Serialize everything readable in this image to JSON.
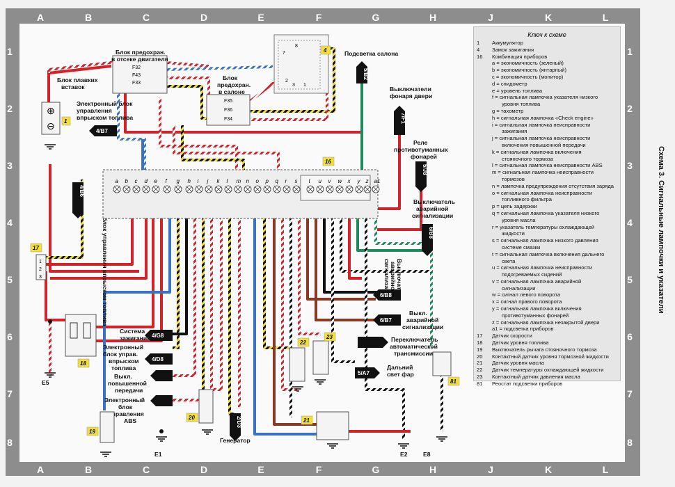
{
  "grid": {
    "columns": [
      "A",
      "B",
      "C",
      "D",
      "E",
      "F",
      "G",
      "H",
      "J",
      "K",
      "L"
    ],
    "rows": [
      "1",
      "2",
      "3",
      "4",
      "5",
      "6",
      "7",
      "8"
    ]
  },
  "side_title": "Схема 3. Сигнальные лампочки и указатели",
  "key": {
    "title": "Ключ к схеме",
    "items": [
      {
        "id": "1",
        "text": "Аккумулятор"
      },
      {
        "id": "4",
        "text": "Замок зажигания"
      },
      {
        "id": "16",
        "text": "Комбинация приборов"
      },
      {
        "id": "",
        "text": "a = экономичность (зеленый)"
      },
      {
        "id": "",
        "text": "b = экономичность (янтарный)"
      },
      {
        "id": "",
        "text": "c = экономичность (монитор)"
      },
      {
        "id": "",
        "text": "d = спидометр"
      },
      {
        "id": "",
        "text": "e = уровень топлива"
      },
      {
        "id": "",
        "text": "f = сигнальная лампочка указателя низкого"
      },
      {
        "id": "",
        "text": "уровня топлива"
      },
      {
        "id": "",
        "text": "g = тахометр"
      },
      {
        "id": "",
        "text": "h = сигнальная лампочка «Check engine»"
      },
      {
        "id": "",
        "text": "i = сигнальная лампочка неисправности"
      },
      {
        "id": "",
        "text": "зажигания"
      },
      {
        "id": "",
        "text": "j = сигнальная лампочка неисправности"
      },
      {
        "id": "",
        "text": "включения повышенной передачи"
      },
      {
        "id": "",
        "text": "k = сигнальная лампочка включения"
      },
      {
        "id": "",
        "text": "стояночного тормоза"
      },
      {
        "id": "",
        "text": "l = сигнальная лампочка неисправности ABS"
      },
      {
        "id": "",
        "text": "m = сигнальная лампочка неисправности"
      },
      {
        "id": "",
        "text": "тормозов"
      },
      {
        "id": "",
        "text": "n = лампочка предупреждения отсутствия заряда"
      },
      {
        "id": "",
        "text": "o = сигнальная лампочка неисправности"
      },
      {
        "id": "",
        "text": "топливного фильтра"
      },
      {
        "id": "",
        "text": "p = цепь задержки"
      },
      {
        "id": "",
        "text": "q = сигнальная лампочка указателя низкого"
      },
      {
        "id": "",
        "text": "уровня масла"
      },
      {
        "id": "",
        "text": "r = указатель температуры охлаждающей"
      },
      {
        "id": "",
        "text": "жидкости"
      },
      {
        "id": "",
        "text": "s = сигнальная лампочка низкого давления"
      },
      {
        "id": "",
        "text": "системе смазки"
      },
      {
        "id": "",
        "text": "t = сигнальная лампочка включения дальнего"
      },
      {
        "id": "",
        "text": "света"
      },
      {
        "id": "",
        "text": "u = сигнальная лампочка неисправности"
      },
      {
        "id": "",
        "text": "подогреваемых сидений"
      },
      {
        "id": "",
        "text": "v = сигнальная лампочка аварийной"
      },
      {
        "id": "",
        "text": "сигнализации"
      },
      {
        "id": "",
        "text": "w = сигнал левого поворота"
      },
      {
        "id": "",
        "text": "x = сигнал правого поворота"
      },
      {
        "id": "",
        "text": "y = сигнальная лампочка включения"
      },
      {
        "id": "",
        "text": "противотуманных фонарей"
      },
      {
        "id": "",
        "text": "z = сигнальная лампочка незакрытой двери"
      },
      {
        "id": "",
        "text": "a1 = подсветка приборов"
      },
      {
        "id": "17",
        "text": "Датчик скорости"
      },
      {
        "id": "18",
        "text": "Датчик уровня топлива"
      },
      {
        "id": "19",
        "text": "Выключатель рычага стояночного тормоза"
      },
      {
        "id": "20",
        "text": "Контактный датчик уровня тормозной жидкости"
      },
      {
        "id": "21",
        "text": "Датчик уровня масла"
      },
      {
        "id": "22",
        "text": "Датчик температуры охлаждающей жидкости"
      },
      {
        "id": "23",
        "text": "Контактный датчик давления масла"
      },
      {
        "id": "81",
        "text": "Реостат подсветки приборов"
      }
    ]
  },
  "labels": {
    "fuse_engine": [
      "Блок предохран.",
      "в отсеке двигателя"
    ],
    "fuse_cabin": [
      "Блок",
      "предохран.",
      "в салоне"
    ],
    "fusible_links": [
      "Блок плавких",
      "вставок"
    ],
    "injection_ecu": [
      "Электронный блок",
      "управления",
      "впрыском топлива"
    ],
    "injection_ecu_vertical": "Электронный блок управления впрыском топлива",
    "courtesy_light": "Подсветка салона",
    "door_switches": [
      "Выключатели",
      "фонаря двери"
    ],
    "fog_relay": [
      "Реле",
      "противотуманных",
      "фонарей"
    ],
    "hazard_switch": [
      "Выключатель",
      "аварийной",
      "сигнализации"
    ],
    "hazard_switch_vertical": [
      "Выключатель",
      "аварийной",
      "сигнализации"
    ],
    "hazard_switch_2": [
      "Выкл.",
      "аварийной",
      "сигнализации"
    ],
    "auto_trans": [
      "Переключатель",
      "автоматической",
      "трансмиссии"
    ],
    "high_beam": [
      "Дальний",
      "свет фар"
    ],
    "ignition_system": [
      "Система",
      "зажигания"
    ],
    "injection_ecu_2": [
      "Электронный",
      "блок управ.",
      "впрыском",
      "топлива"
    ],
    "overdrive": [
      "Выкл.",
      "повышенной",
      "передачи"
    ],
    "abs_ecu": [
      "Электронный",
      "блок",
      "управления",
      "ABS"
    ],
    "generator": "Генератор"
  },
  "refs": {
    "r4B7": "4/B7",
    "r4B6": "4/B6",
    "r5B2": "5/B2",
    "r7F1": "7/F1",
    "r5J8": "5/J8",
    "r6B8_right": "6/B8",
    "r6B8": "6/B8",
    "r6B7": "6/B7",
    "r4G8": "4/G8",
    "r4D8": "4/D8",
    "r5A7": "5/A7",
    "r2D3": "2/D3"
  },
  "components": {
    "c1": "1",
    "c4": "4",
    "c16": "16",
    "c17": "17",
    "c18": "18",
    "c19": "19",
    "c20": "20",
    "c21": "21",
    "c22": "22",
    "c23": "23",
    "c81": "81"
  },
  "grounds": {
    "e1": "E1",
    "e2": "E2",
    "e5": "E5",
    "e8": "E8"
  },
  "fuses": {
    "f32": "F32",
    "f43": "F43",
    "f33": "F33",
    "f35": "F35",
    "f36": "F36",
    "f34": "F34"
  },
  "pins": {
    "p7": "7",
    "p8": "8",
    "p2": "2",
    "p3": "3",
    "p1": "1",
    "p2b": "2",
    "p3b": "3"
  },
  "lamp_letters": [
    "a",
    "b",
    "c",
    "d",
    "e",
    "f",
    "g",
    "h",
    "i",
    "j",
    "k",
    "l",
    "m",
    "n",
    "o",
    "p",
    "q",
    "r",
    "s",
    "t",
    "u",
    "v",
    "w",
    "x",
    "y",
    "z",
    "a1"
  ],
  "colors": {
    "frame": "#8d8d8d",
    "red": "#d3232a",
    "blue": "#3b73c4",
    "green": "#1f8a5b",
    "yellow": "#f3df3a",
    "brown": "#8a3a22",
    "black": "#111111"
  }
}
